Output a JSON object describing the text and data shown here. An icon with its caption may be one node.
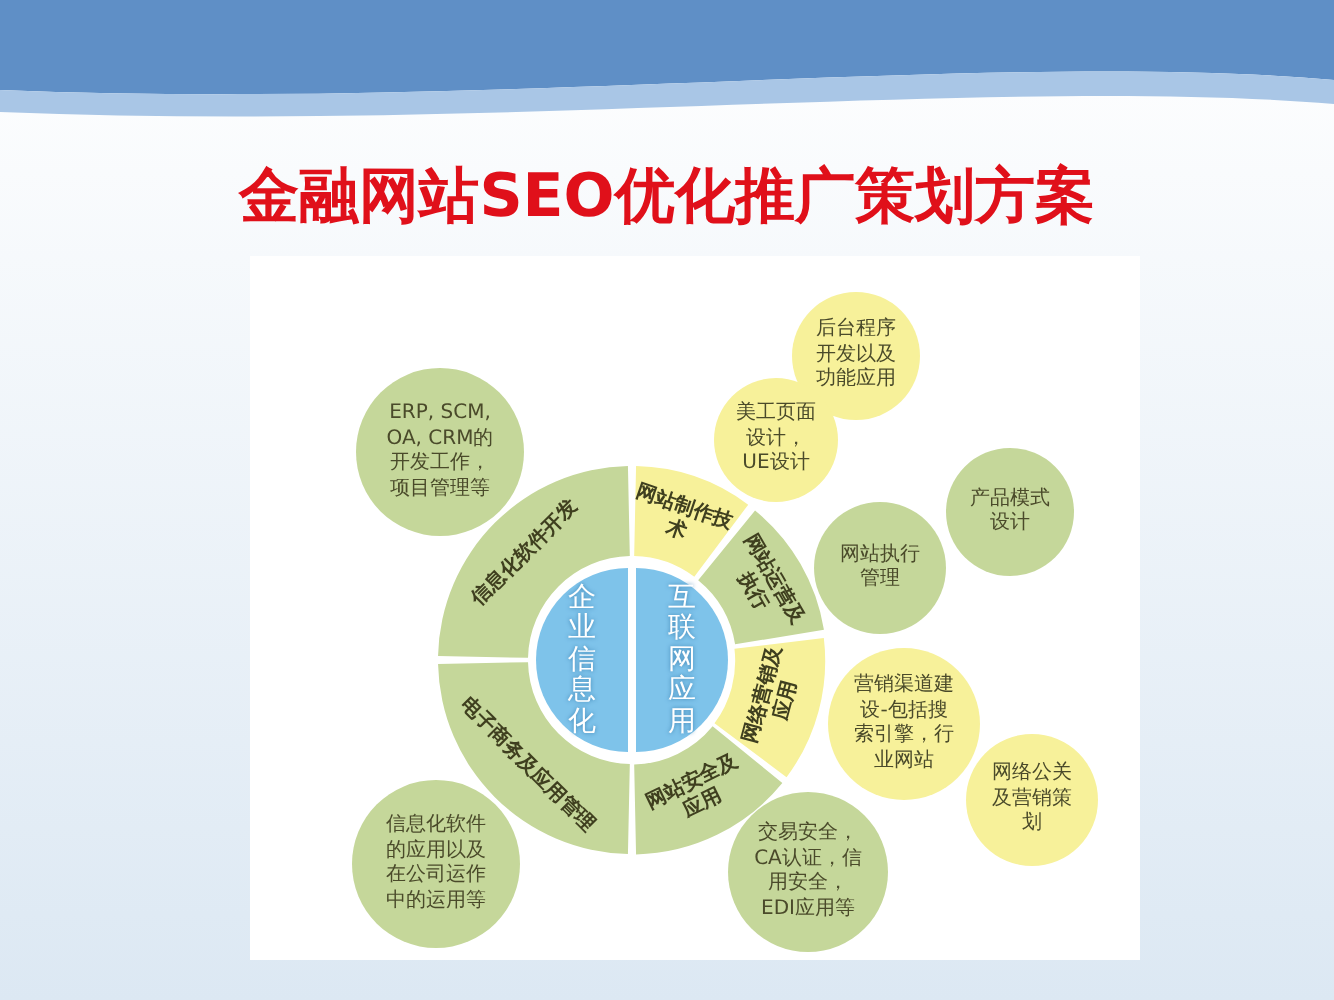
{
  "diagram": {
    "title": "金融网站SEO优化推广策划方案",
    "nodes": [
      {
        "text": [
          "企业信息化"
        ]
      },
      {
        "text": [
          "互联网应用"
        ]
      },
      {
        "text": [
          "信息化软件开发"
        ]
      },
      {
        "text": [
          "电子商务及应用管理"
        ]
      },
      {
        "text": [
          "网站制作技术"
        ]
      },
      {
        "text": [
          "网站运营及执行"
        ]
      },
      {
        "text": [
          "网络营销及应用"
        ]
      },
      {
        "text": [
          "网站安全及应用"
        ]
      },
      {
        "text": [
          "后台程序开发以及功能应用"
        ]
      },
      {
        "text": [
          "美工页面设计，UE设计"
        ]
      },
      {
        "text": [
          "ERP, SCM, OA, CRM的开发工作，项目管理等"
        ]
      },
      {
        "text": [
          "产品模式设计"
        ]
      },
      {
        "text": [
          "网站执行管理"
        ]
      },
      {
        "text": [
          "营销渠道建设-包括搜索引擎，行业网站"
        ]
      },
      {
        "text": [
          "网络公关及营销策划"
        ]
      },
      {
        "text": [
          "信息化软件的应用以及在公司运作中的运用等"
        ]
      },
      {
        "text": [
          "交易安全，CA认证，信用安全，EDI应用等"
        ]
      }
    ]
  }
}
